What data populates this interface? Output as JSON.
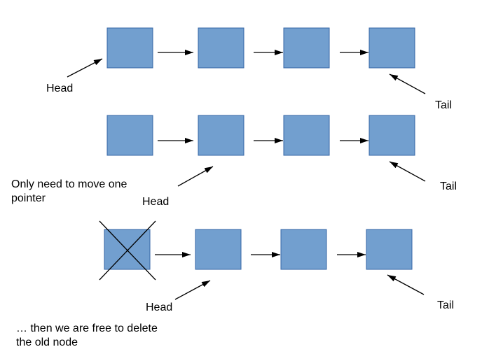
{
  "colors": {
    "node_fill": "#729fcf",
    "node_stroke": "#3465a4",
    "arrow": "#000000",
    "cross": "#000000"
  },
  "labels": {
    "row1_head": "Head",
    "row1_tail": "Tail",
    "row2_note_line1": "Only need to move one",
    "row2_note_line2": "pointer",
    "row2_head": "Head",
    "row2_tail": "Tail",
    "row3_head": "Head",
    "row3_tail": "Tail",
    "row3_note_line1": "… then we are free to delete",
    "row3_note_line2": "the old node"
  },
  "rows": [
    {
      "name": "row-1-list",
      "node_count": 4,
      "deleted_first": false
    },
    {
      "name": "row-2-list",
      "node_count": 4,
      "deleted_first": false
    },
    {
      "name": "row-3-list",
      "node_count": 4,
      "deleted_first": true
    }
  ]
}
